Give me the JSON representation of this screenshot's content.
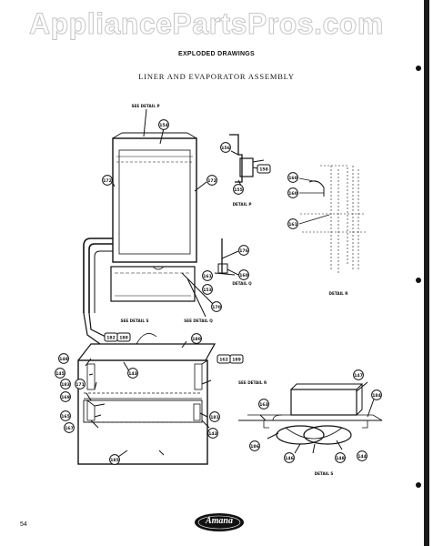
{
  "watermark": "AppliancePartsPros.com",
  "header": {
    "section": "EXPLODED DRAWINGS",
    "title": "LINER AND EVAPORATOR ASSEMBLY"
  },
  "callouts": {
    "see_detail_p": "SEE DETAIL P",
    "see_detail_q": "SEE DETAIL Q",
    "see_detail_s": "SEE DETAIL S",
    "see_detail_r": "SEE DETAIL R",
    "detail_p": "DETAIL P",
    "detail_q": "DETAIL Q",
    "detail_r": "DETAIL R",
    "detail_s": "DETAIL S"
  },
  "parts": {
    "p154": "154",
    "p172a": "172",
    "p172b": "172",
    "p156": "156",
    "p155": "155",
    "p158": "158",
    "p176": "176",
    "p161": "161",
    "p160": "160",
    "p153": "153",
    "p170": "170",
    "pr1": "160",
    "pr2": "160",
    "pr3": "161",
    "p182": "182",
    "p188": "188",
    "p180": "180",
    "p162": "162",
    "p148": "148",
    "p145": "145",
    "p143a": "143",
    "p183": "183",
    "p171a": "171",
    "p189": "189",
    "p169": "169",
    "p165": "165",
    "p167": "167",
    "p181": "181",
    "p143b": "143",
    "p185": "185",
    "p147": "147",
    "p184": "184",
    "p163": "163",
    "p186": "186",
    "p146": "146",
    "p148b": "148",
    "p144": "144"
  },
  "footer": {
    "page_number": "54",
    "brand": "Amana"
  }
}
